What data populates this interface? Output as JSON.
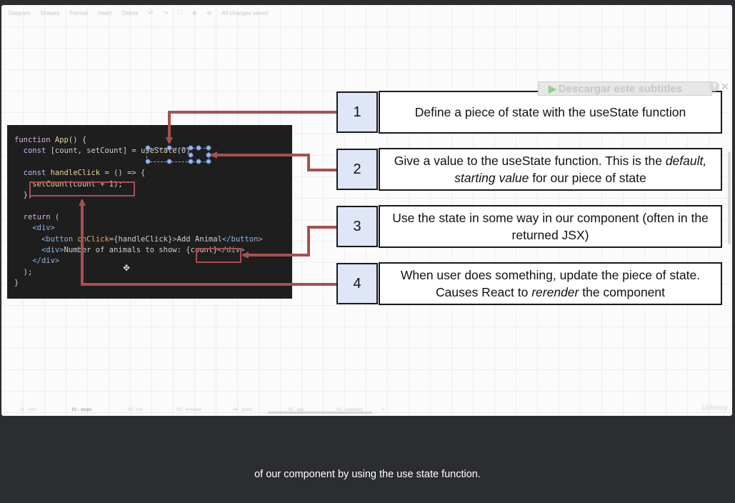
{
  "toolbar": {
    "items": [
      "Diagram",
      "Shapes",
      "Format",
      "Insert",
      "Delete",
      "↶",
      "↷",
      "⛶",
      "⊕",
      "⊖",
      "All changes saved"
    ]
  },
  "code": {
    "lines": [
      "function App() {",
      "  const [count, setCount] = useState(0)",
      "",
      "  const handleClick = () => {",
      "    setCount(count + 1);",
      "  };",
      "",
      "  return (",
      "    <div>",
      "      <button onClick={handleClick}>Add Animal</button>",
      "      <div>Number of animals to show: {count}</div>",
      "    </div>",
      "  );",
      "}"
    ]
  },
  "steps": [
    {
      "num": "1",
      "text": "Define a piece of state with the useState function"
    },
    {
      "num": "2",
      "text_a": "Give a value to the useState function. This is the ",
      "text_em": "default, starting value",
      "text_b": " for our piece of state"
    },
    {
      "num": "3",
      "text": "Use the state in some way in our component (often in the returned JSX)"
    },
    {
      "num": "4",
      "text_a": "When user does something, update the piece of state. Causes React to ",
      "text_em": "rerender",
      "text_b": " the component"
    }
  ],
  "subtitles_button": "Descargar este subtitles",
  "help_label": "?",
  "close_label": "✕",
  "tabs": [
    "01 - intro",
    "01 - steps",
    "02 - link",
    "03 - rerender",
    "04 - guide",
    "05 - app",
    "06 - summary",
    "+"
  ],
  "watermark": "Udemy",
  "caption": "of our component by using the use state function.",
  "colors": {
    "arrow": "#a84f4f",
    "step_bg": "#dfe6f8",
    "code_bg": "#1e1e1e"
  }
}
